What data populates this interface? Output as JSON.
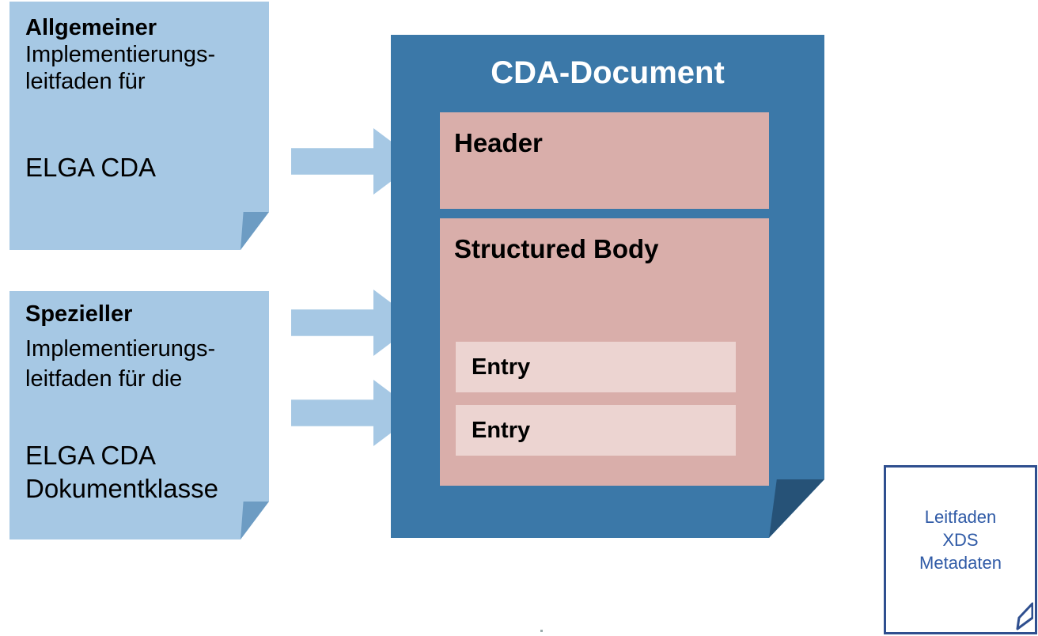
{
  "general_guide": {
    "title": "Allgemeiner",
    "line1": "Implementierungs-",
    "line2": "leitfaden für",
    "line3": "ELGA CDA"
  },
  "special_guide": {
    "title": "Spezieller",
    "line1": "Implementierungs-",
    "line2": "leitfaden für die",
    "line3": "ELGA CDA",
    "line4": "Dokumentklasse"
  },
  "cda_document": {
    "title": "CDA-Document",
    "header_label": "Header",
    "body_label": "Structured Body",
    "entries": [
      "Entry",
      "Entry"
    ]
  },
  "xds_guide": {
    "line1": "Leitfaden",
    "line2": "XDS",
    "line3": "Metadaten"
  },
  "colors": {
    "note_blue": "#a6c8e4",
    "document_blue": "#3b78a8",
    "section_pink": "#d9aeaa",
    "entry_pink": "#ecd4d1",
    "xds_border": "#2f4f8f"
  }
}
